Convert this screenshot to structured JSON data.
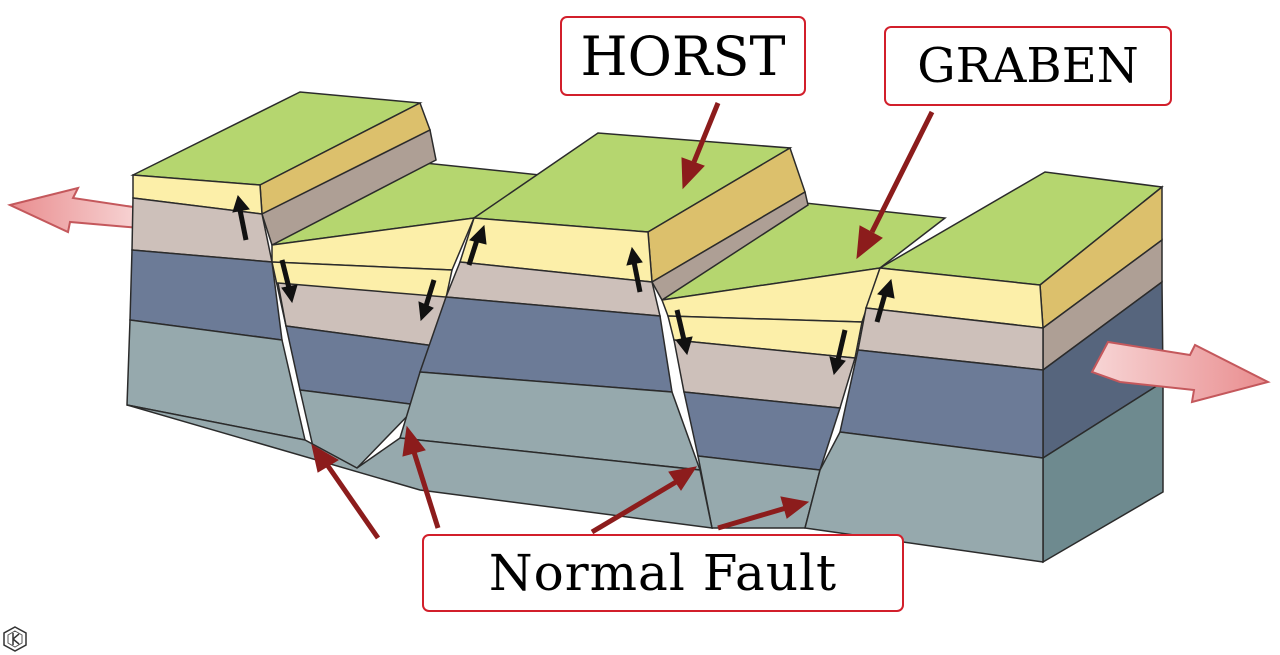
{
  "labels": {
    "horst": "HORST",
    "graben": "GRABEN",
    "normal_fault": "Normal Fault"
  },
  "colors": {
    "surface": "#b5d66f",
    "tan_layer": "#fcefa9",
    "tan_side": "#dcc06c",
    "taupe_layer": "#cdc0ba",
    "taupe_side": "#ae9f95",
    "slate_layer": "#6c7b97",
    "slate_side": "#56657d",
    "teal_layer": "#96a9ad",
    "teal_side": "#6e8a8f",
    "label_border": "#d21f2b",
    "pointer_arrow": "#8c1c1c",
    "extension_arrow": "#eda0a1"
  },
  "icons": {
    "logo": "watermark-logo-icon"
  }
}
